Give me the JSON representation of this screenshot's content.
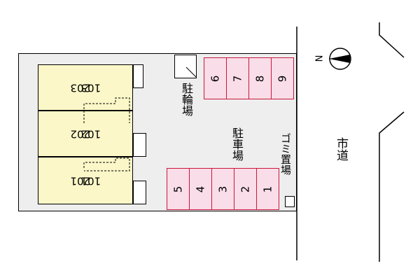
{
  "units": [
    {
      "upper": "203",
      "lower": "103"
    },
    {
      "upper": "202",
      "lower": "102"
    },
    {
      "upper": "201",
      "lower": "101"
    }
  ],
  "parking_top": [
    "6",
    "7",
    "8",
    "9"
  ],
  "parking_bottom": [
    "5",
    "4",
    "3",
    "2",
    "1"
  ],
  "labels": {
    "bicycle_parking": "駐輪場",
    "car_parking": "駐車場",
    "garbage": "ゴミ置場",
    "road": "市道",
    "north": "N"
  },
  "colors": {
    "building": "#fbf7c8",
    "parking_space": "#f9dde8",
    "parking_border": "#c9183a",
    "lot": "#eeeeee"
  }
}
